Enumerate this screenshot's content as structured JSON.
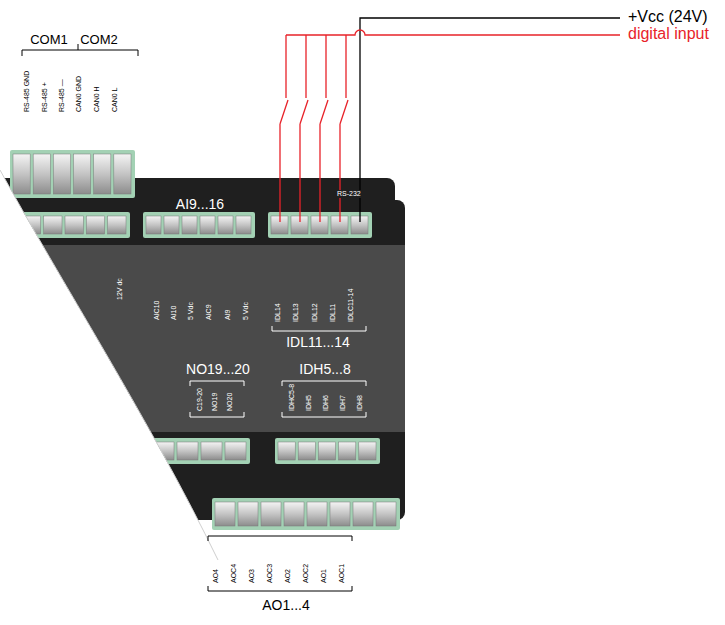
{
  "diagram": {
    "labels": [
      "COM1",
      "COM2",
      "RS-485 GND",
      "RS-485 +",
      "RS-485 —",
      "CAN0 GND",
      "CAN0 H",
      "CAN0 L",
      "+Vcc (24V)",
      "digital input",
      "AI9...16",
      "RS-232",
      "AIC10",
      "AI10",
      "5 Vdc",
      "AIC9",
      "AI9",
      "5 Vdc",
      "IDL14",
      "IDL13",
      "IDL12",
      "IDL11",
      "IDLC11-14",
      "IDL11...14",
      "12V dc",
      "NO19...20",
      "C19-20",
      "NO19",
      "NO20",
      "IDH5...8",
      "IDHC5-8",
      "IDH5",
      "IDH6",
      "IDH7",
      "IDH8",
      "AO4",
      "AOC4",
      "AO3",
      "AOC3",
      "AO2",
      "AOC2",
      "AO1",
      "AOC1",
      "AO1...4"
    ]
  }
}
